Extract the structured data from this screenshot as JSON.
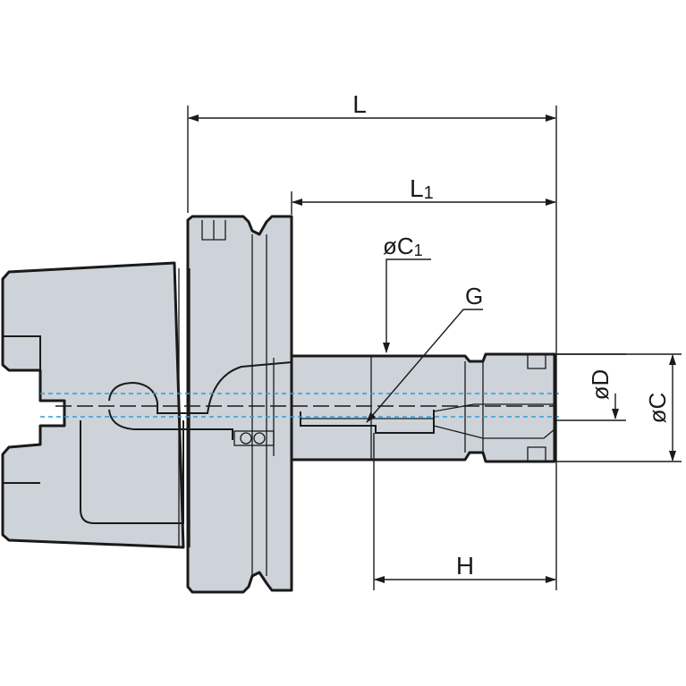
{
  "labels": {
    "L": "L",
    "L1_main": "L",
    "L1_sub": "1",
    "C1_main": "øC",
    "C1_sub": "1",
    "G": "G",
    "D": "øD",
    "C": "øC",
    "H": "H"
  },
  "colors": {
    "body": "#cdd3d8",
    "outline": "#1a1a1a",
    "coolant": "#2f9be0"
  }
}
